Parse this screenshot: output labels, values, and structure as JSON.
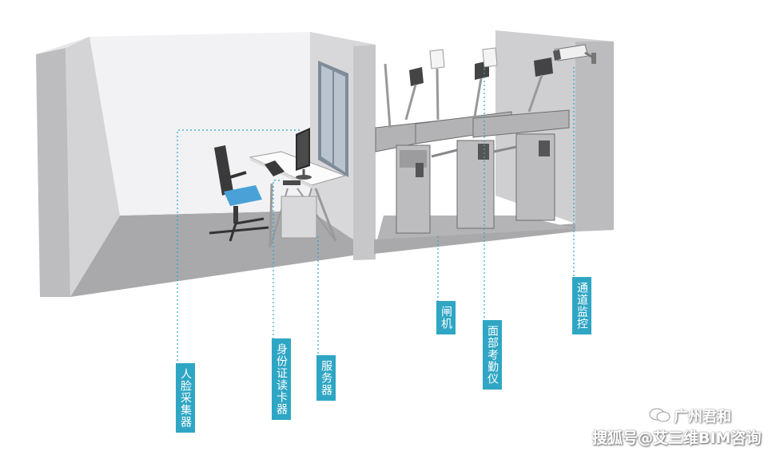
{
  "labels": {
    "face_collector": "人脸采集器",
    "id_card_reader": "身份证读卡器",
    "server": "服务器",
    "gate": "闸机",
    "face_attendance": "面部考勤仪",
    "passage_monitor": "通道监控"
  },
  "watermark": {
    "account": "广州君和",
    "source": "搜狐号@艾三维BIM咨询"
  },
  "colors": {
    "callout": "#2fa6c4",
    "wall": "#cfcfd1",
    "floor": "#a9a9ab",
    "chair_seat": "#4aa1d8"
  }
}
